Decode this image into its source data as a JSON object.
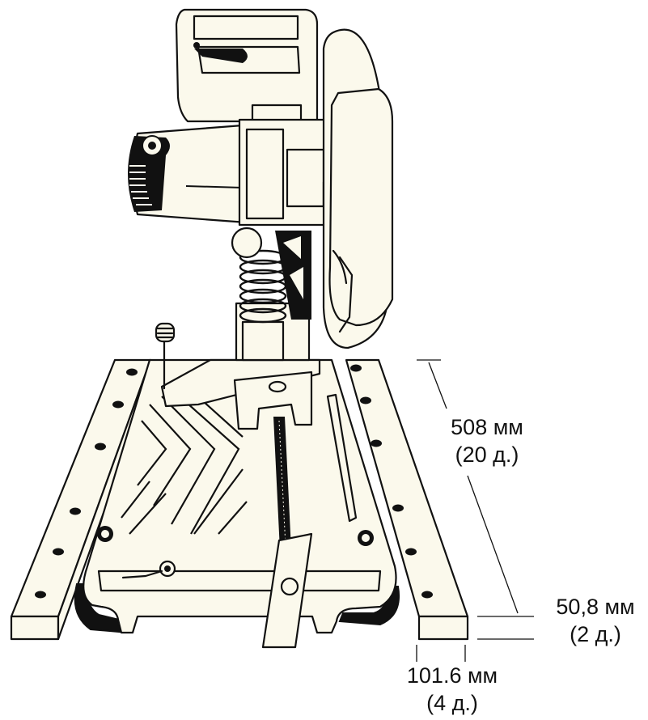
{
  "dimensions": {
    "length": {
      "metric": "508 мм",
      "imperial": "(20 д.)"
    },
    "height": {
      "metric": "50,8 мм",
      "imperial": "(2 д.)"
    },
    "width": {
      "metric": "101.6 мм",
      "imperial": "(4 д.)"
    }
  },
  "colors": {
    "body": "#fbf9ec",
    "ink": "#111111"
  }
}
